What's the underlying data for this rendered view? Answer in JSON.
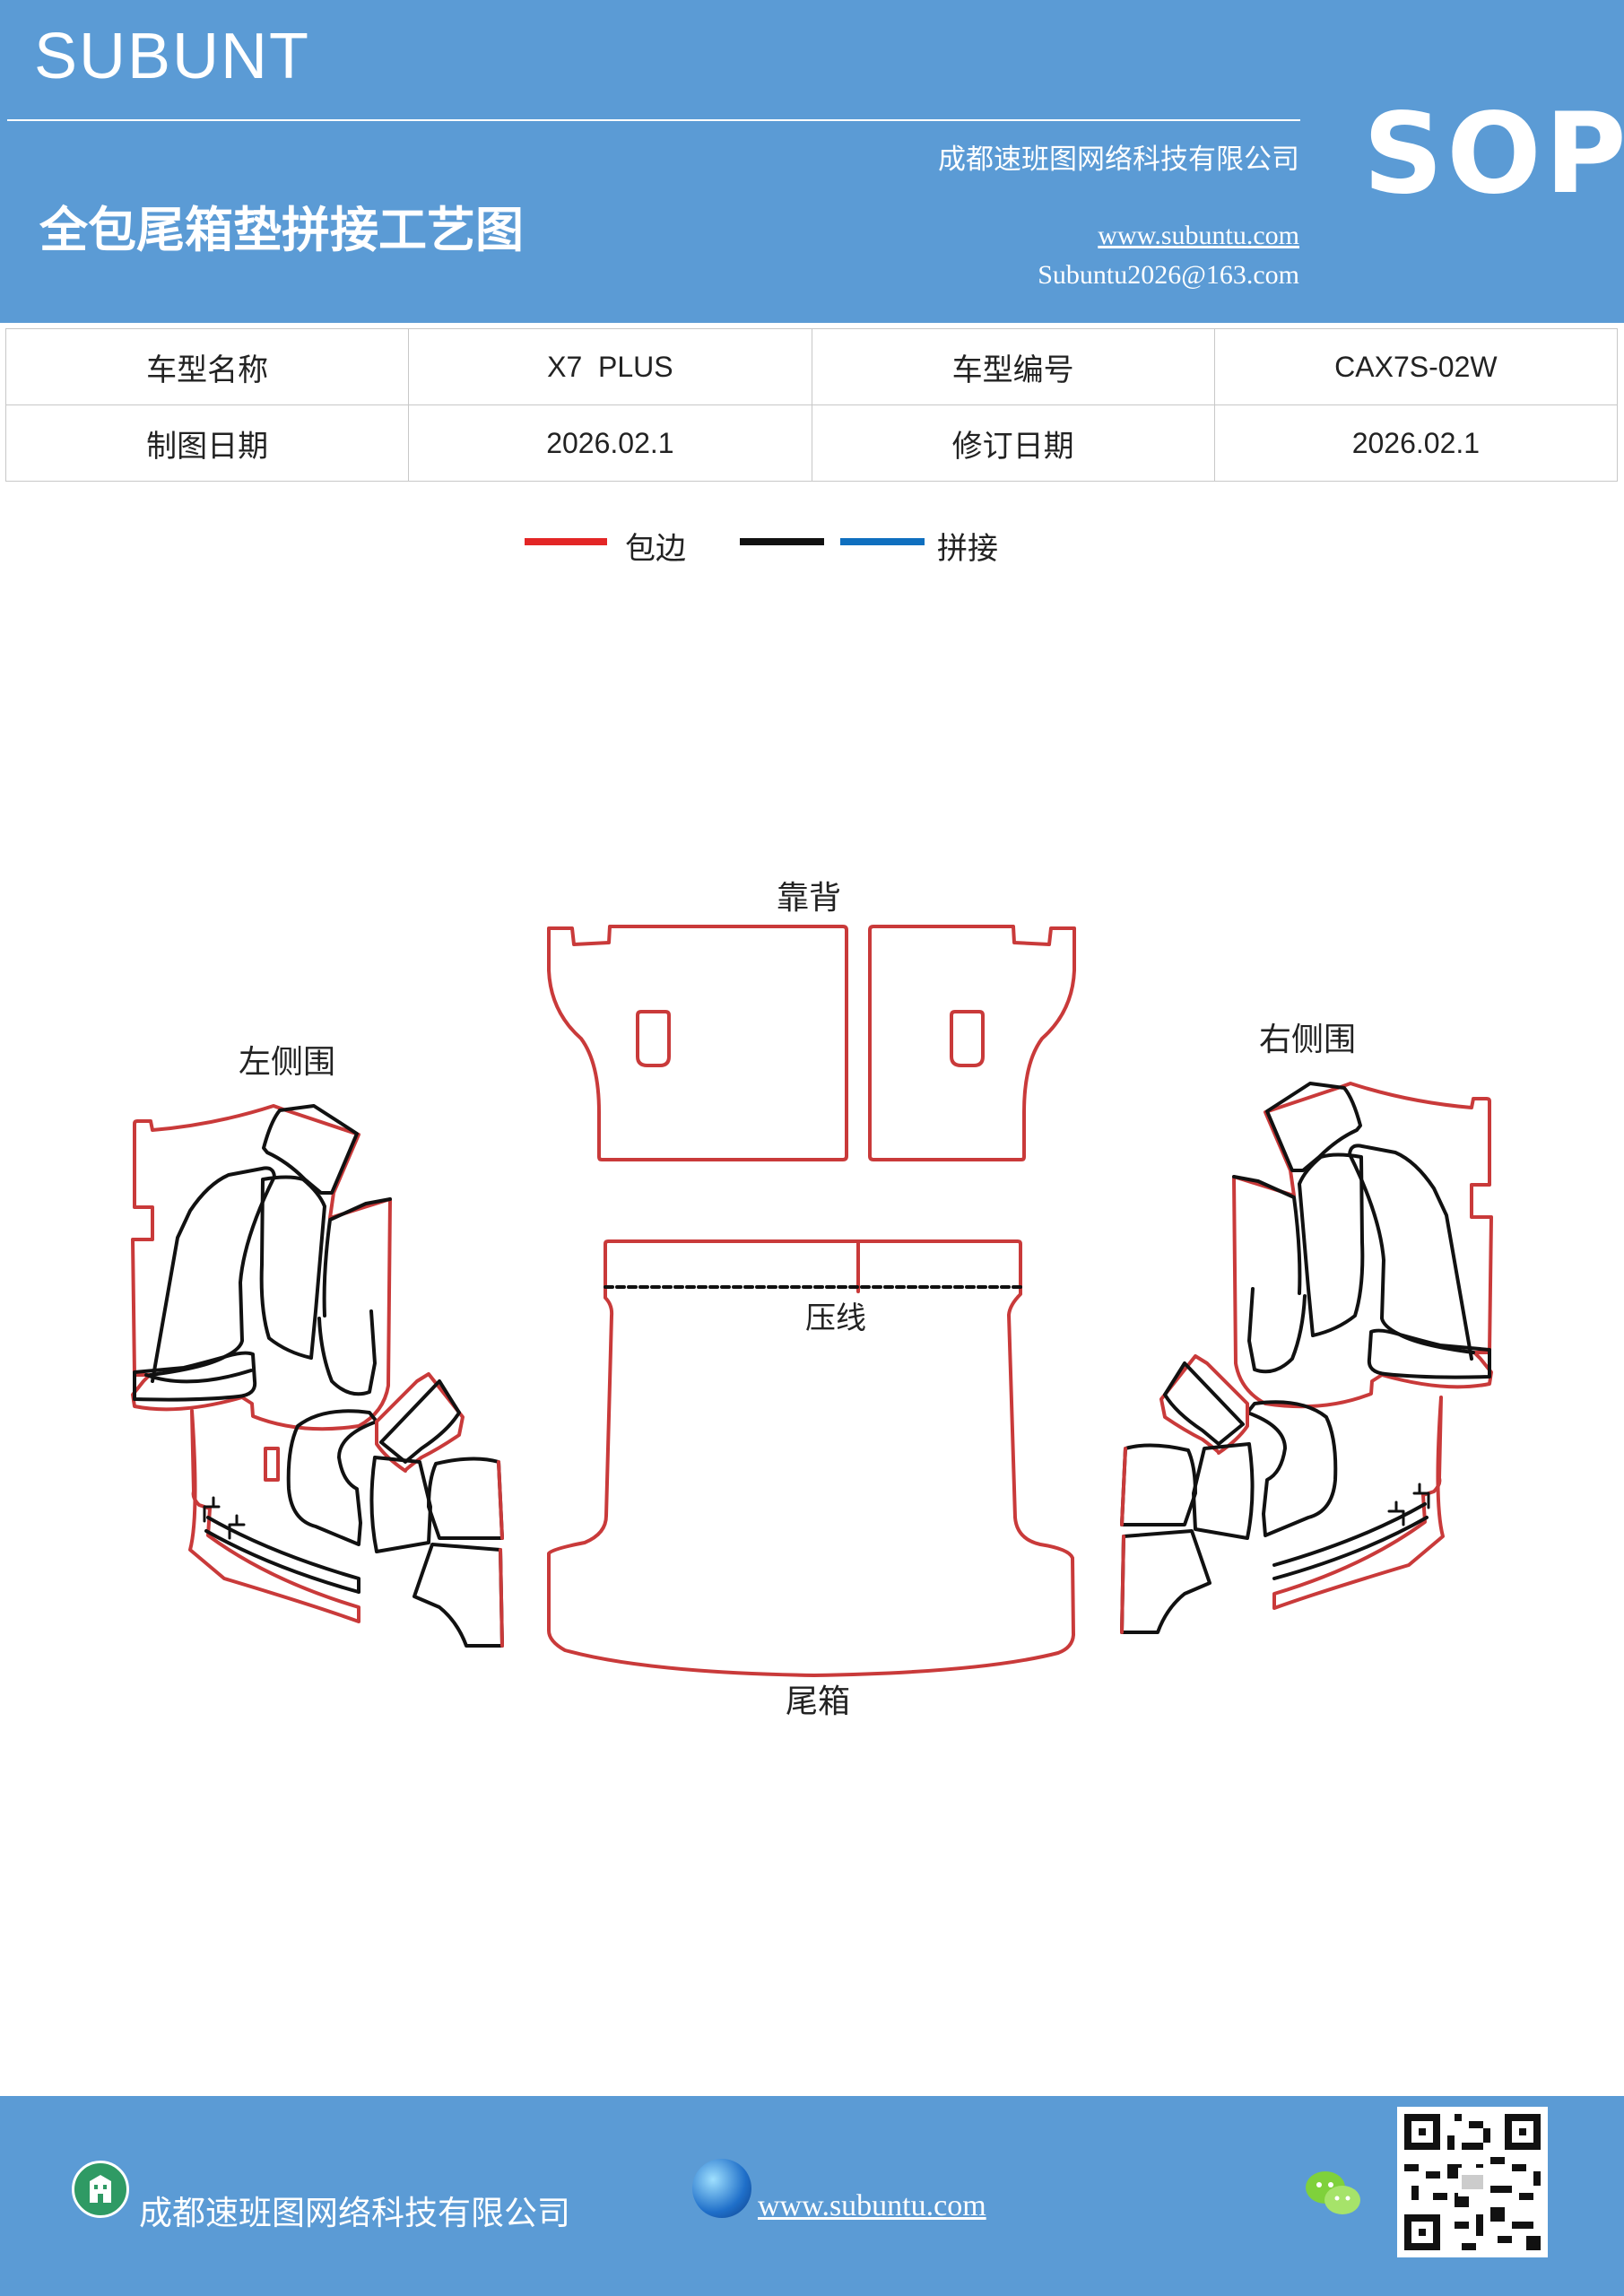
{
  "header": {
    "brand": "SUBUNT",
    "title": "全包尾箱垫拼接工艺图",
    "company": "成都速班图网络科技有限公司",
    "website": "www.subuntu.com",
    "email": "Subuntu2026@163.com",
    "sop": "SOP",
    "background_color": "#5b9bd5"
  },
  "info_table": {
    "rows": [
      [
        "车型名称",
        "X7  PLUS",
        "车型编号",
        "CAX7S-02W"
      ],
      [
        "制图日期",
        "2026.02.1",
        "修订日期",
        "2026.02.1"
      ]
    ]
  },
  "legend": {
    "items": [
      {
        "label": "包边",
        "color": "#e32626"
      },
      {
        "label": "",
        "color": "#111111"
      },
      {
        "label": "拼接",
        "color": "#0f6fbf"
      }
    ]
  },
  "diagram": {
    "labels": {
      "backrest": "靠背",
      "left_side": "左侧围",
      "right_side": "右侧围",
      "press_line": "压线",
      "trunk": "尾箱"
    },
    "colors": {
      "edge": "#c93a3a",
      "seam": "#111111"
    }
  },
  "footer": {
    "company": "成都速班图网络科技有限公司",
    "website": "www.subuntu.com",
    "icons": [
      "building-icon",
      "globe-icon",
      "wechat-icon",
      "qr-code"
    ]
  }
}
